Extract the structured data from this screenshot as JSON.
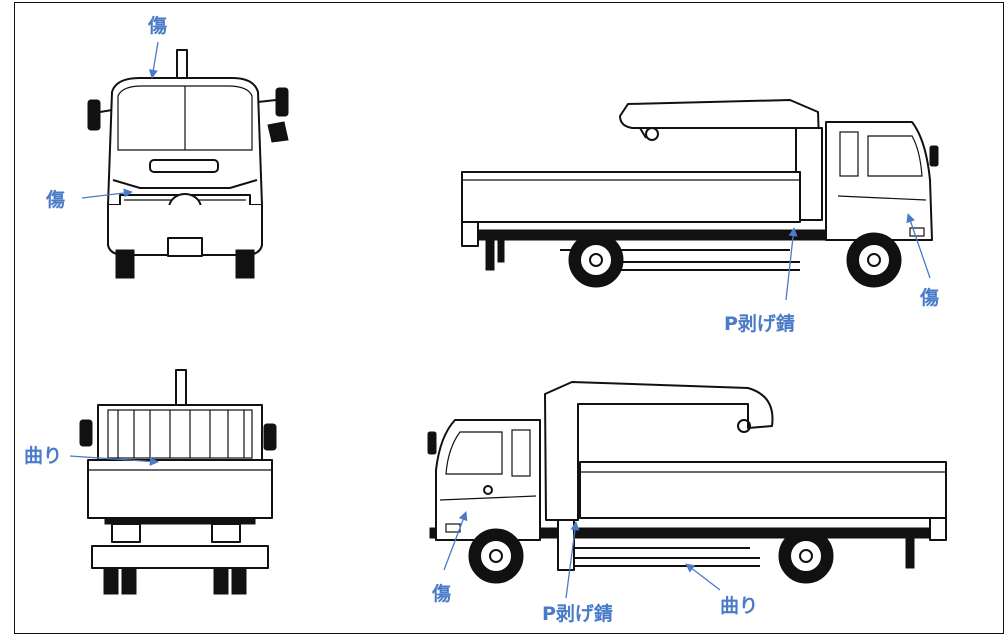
{
  "annotations": {
    "front": {
      "top_scratch": "傷",
      "grille_scratch": "傷"
    },
    "rear": {
      "bend": "曲り"
    },
    "right_side": {
      "paint_rust": "P剥げ錆",
      "door_scratch": "傷"
    },
    "left_side": {
      "door_scratch": "傷",
      "paint_rust": "P剥げ錆",
      "bend": "曲り"
    }
  },
  "colors": {
    "annotation": "#4a7bc8",
    "line": "#111111",
    "background": "#ffffff"
  }
}
